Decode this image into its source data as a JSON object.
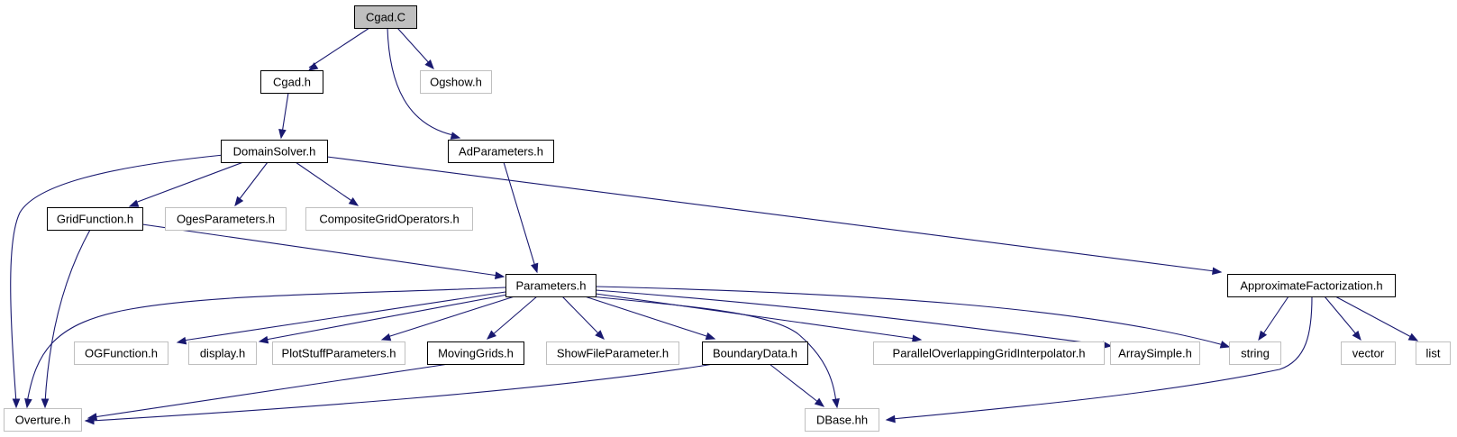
{
  "colors": {
    "edge": "#191970",
    "focus_fill": "#bfbfbf",
    "node_fill": "#ffffff",
    "documented_border": "#000000",
    "undocumented_border": "#bfbfbf",
    "text": "#000000"
  },
  "nodes": [
    {
      "id": "cgad_c",
      "label": "Cgad.C",
      "style": "focus"
    },
    {
      "id": "cgad_h",
      "label": "Cgad.h",
      "style": "documented"
    },
    {
      "id": "ogshow_h",
      "label": "Ogshow.h",
      "style": "external"
    },
    {
      "id": "domainsolver_h",
      "label": "DomainSolver.h",
      "style": "documented"
    },
    {
      "id": "adparameters_h",
      "label": "AdParameters.h",
      "style": "documented"
    },
    {
      "id": "gridfunction_h",
      "label": "GridFunction.h",
      "style": "documented"
    },
    {
      "id": "ogesparameters_h",
      "label": "OgesParameters.h",
      "style": "external"
    },
    {
      "id": "compositegridoperators_h",
      "label": "CompositeGridOperators.h",
      "style": "external"
    },
    {
      "id": "parameters_h",
      "label": "Parameters.h",
      "style": "documented"
    },
    {
      "id": "approximatefactorization_h",
      "label": "ApproximateFactorization.h",
      "style": "documented"
    },
    {
      "id": "ogfunction_h",
      "label": "OGFunction.h",
      "style": "external"
    },
    {
      "id": "display_h",
      "label": "display.h",
      "style": "external"
    },
    {
      "id": "plotstuffparameters_h",
      "label": "PlotStuffParameters.h",
      "style": "external"
    },
    {
      "id": "movinggrids_h",
      "label": "MovingGrids.h",
      "style": "documented"
    },
    {
      "id": "showfileparameter_h",
      "label": "ShowFileParameter.h",
      "style": "external"
    },
    {
      "id": "boundarydata_h",
      "label": "BoundaryData.h",
      "style": "documented"
    },
    {
      "id": "paralleloverlappinggridinterpolator_h",
      "label": "ParallelOverlappingGridInterpolator.h",
      "style": "external"
    },
    {
      "id": "arraysimple_h",
      "label": "ArraySimple.h",
      "style": "external"
    },
    {
      "id": "string",
      "label": "string",
      "style": "external"
    },
    {
      "id": "vector",
      "label": "vector",
      "style": "external"
    },
    {
      "id": "list",
      "label": "list",
      "style": "external"
    },
    {
      "id": "overture_h",
      "label": "Overture.h",
      "style": "external"
    },
    {
      "id": "dbase_hh",
      "label": "DBase.hh",
      "style": "external"
    }
  ],
  "edges": [
    {
      "from": "cgad_c",
      "to": "cgad_h"
    },
    {
      "from": "cgad_c",
      "to": "ogshow_h"
    },
    {
      "from": "cgad_c",
      "to": "adparameters_h"
    },
    {
      "from": "cgad_h",
      "to": "domainsolver_h"
    },
    {
      "from": "domainsolver_h",
      "to": "overture_h"
    },
    {
      "from": "domainsolver_h",
      "to": "gridfunction_h"
    },
    {
      "from": "domainsolver_h",
      "to": "ogesparameters_h"
    },
    {
      "from": "domainsolver_h",
      "to": "compositegridoperators_h"
    },
    {
      "from": "domainsolver_h",
      "to": "approximatefactorization_h"
    },
    {
      "from": "adparameters_h",
      "to": "parameters_h"
    },
    {
      "from": "gridfunction_h",
      "to": "overture_h"
    },
    {
      "from": "gridfunction_h",
      "to": "parameters_h"
    },
    {
      "from": "parameters_h",
      "to": "overture_h"
    },
    {
      "from": "parameters_h",
      "to": "ogfunction_h"
    },
    {
      "from": "parameters_h",
      "to": "display_h"
    },
    {
      "from": "parameters_h",
      "to": "plotstuffparameters_h"
    },
    {
      "from": "parameters_h",
      "to": "movinggrids_h"
    },
    {
      "from": "parameters_h",
      "to": "showfileparameter_h"
    },
    {
      "from": "parameters_h",
      "to": "boundarydata_h"
    },
    {
      "from": "parameters_h",
      "to": "dbase_hh"
    },
    {
      "from": "parameters_h",
      "to": "paralleloverlappinggridinterpolator_h"
    },
    {
      "from": "parameters_h",
      "to": "arraysimple_h"
    },
    {
      "from": "parameters_h",
      "to": "string"
    },
    {
      "from": "approximatefactorization_h",
      "to": "string"
    },
    {
      "from": "approximatefactorization_h",
      "to": "dbase_hh"
    },
    {
      "from": "approximatefactorization_h",
      "to": "vector"
    },
    {
      "from": "approximatefactorization_h",
      "to": "list"
    },
    {
      "from": "movinggrids_h",
      "to": "overture_h"
    },
    {
      "from": "boundarydata_h",
      "to": "overture_h"
    },
    {
      "from": "boundarydata_h",
      "to": "dbase_hh"
    }
  ]
}
